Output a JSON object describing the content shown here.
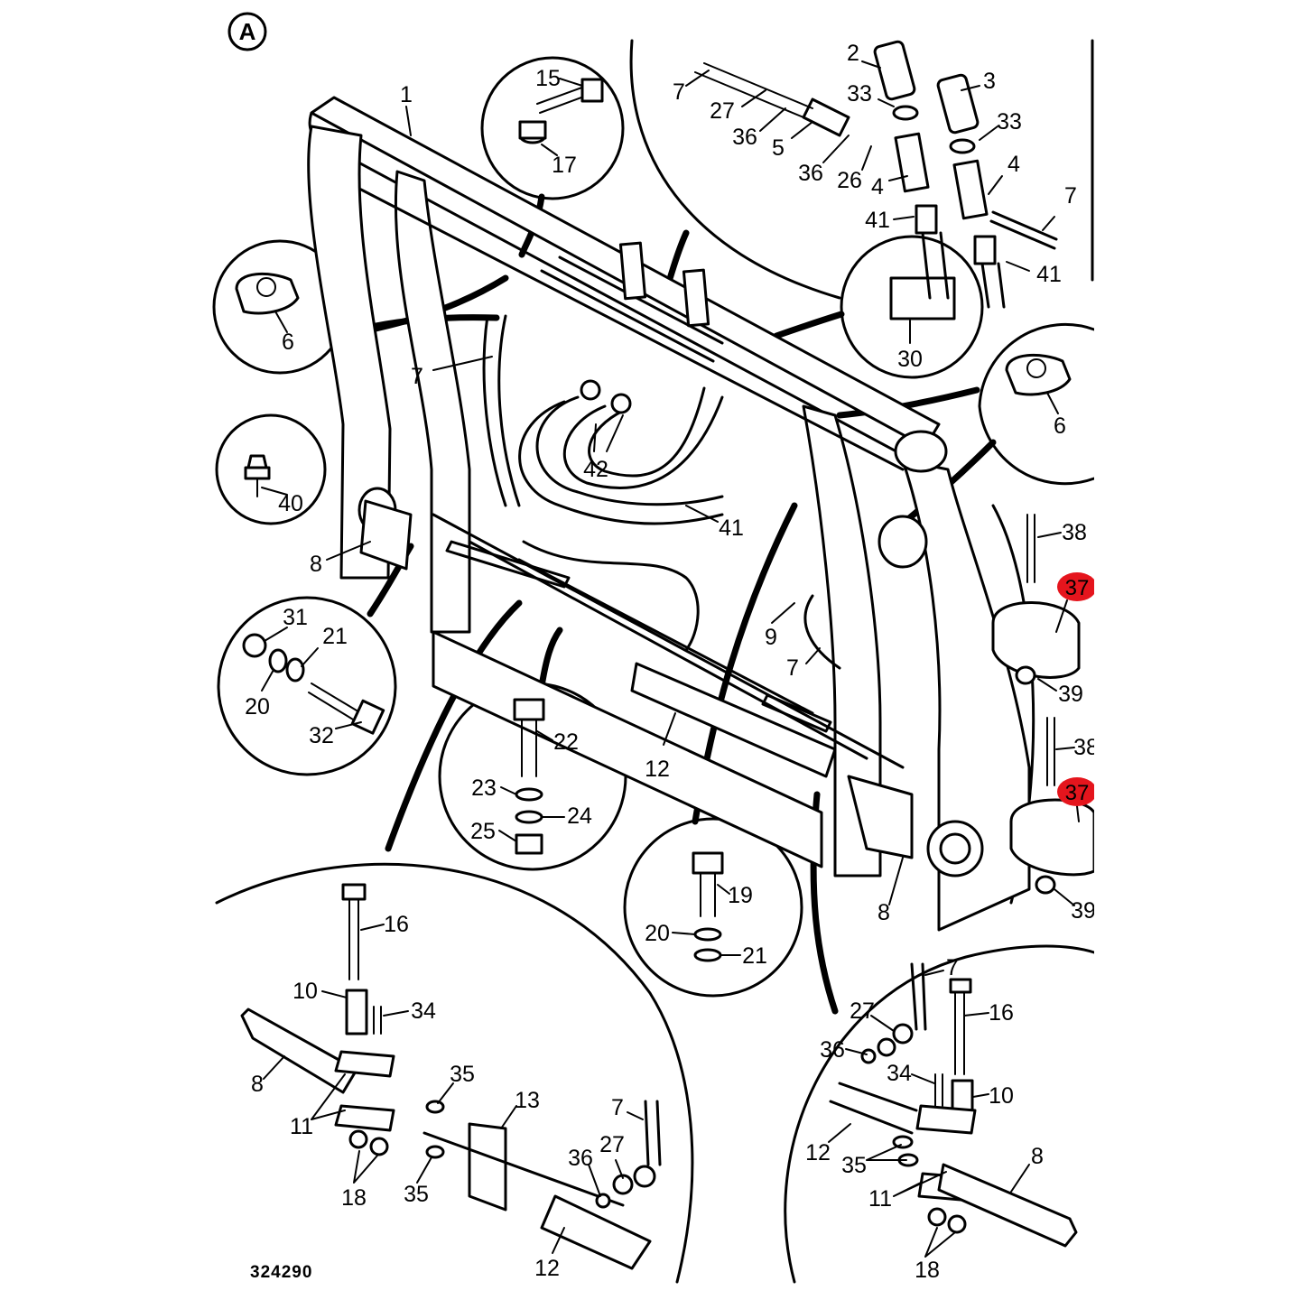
{
  "diagram": {
    "view_label": "A",
    "drawing_number": "324290",
    "highlight_color": "#e5151d",
    "line_color": "#000000",
    "background": "#ffffff",
    "callouts": [
      {
        "id": "c1",
        "text": "1"
      },
      {
        "id": "c2",
        "text": "2"
      },
      {
        "id": "c3",
        "text": "3"
      },
      {
        "id": "c33a",
        "text": "33"
      },
      {
        "id": "c33b",
        "text": "33"
      },
      {
        "id": "c7a",
        "text": "7"
      },
      {
        "id": "c27a",
        "text": "27"
      },
      {
        "id": "c36a",
        "text": "36"
      },
      {
        "id": "c5",
        "text": "5"
      },
      {
        "id": "c36b",
        "text": "36"
      },
      {
        "id": "c26",
        "text": "26"
      },
      {
        "id": "c4a",
        "text": "4"
      },
      {
        "id": "c4b",
        "text": "4"
      },
      {
        "id": "c7b",
        "text": "7"
      },
      {
        "id": "c41a",
        "text": "41"
      },
      {
        "id": "c41b",
        "text": "41"
      },
      {
        "id": "c15",
        "text": "15"
      },
      {
        "id": "c17",
        "text": "17"
      },
      {
        "id": "c6a",
        "text": "6"
      },
      {
        "id": "c30",
        "text": "30"
      },
      {
        "id": "c6b",
        "text": "6"
      },
      {
        "id": "c7c",
        "text": "7"
      },
      {
        "id": "c40",
        "text": "40"
      },
      {
        "id": "c42",
        "text": "42"
      },
      {
        "id": "c41c",
        "text": "41"
      },
      {
        "id": "c38a",
        "text": "38"
      },
      {
        "id": "c37a",
        "text": "37"
      },
      {
        "id": "c8a",
        "text": "8"
      },
      {
        "id": "c31",
        "text": "31"
      },
      {
        "id": "c21a",
        "text": "21"
      },
      {
        "id": "c20a",
        "text": "20"
      },
      {
        "id": "c32",
        "text": "32"
      },
      {
        "id": "c9",
        "text": "9"
      },
      {
        "id": "c7d",
        "text": "7"
      },
      {
        "id": "c39a",
        "text": "39"
      },
      {
        "id": "c22",
        "text": "22"
      },
      {
        "id": "c12a",
        "text": "12"
      },
      {
        "id": "c38b",
        "text": "38"
      },
      {
        "id": "c23",
        "text": "23"
      },
      {
        "id": "c24",
        "text": "24"
      },
      {
        "id": "c25",
        "text": "25"
      },
      {
        "id": "c37b",
        "text": "37"
      },
      {
        "id": "c19",
        "text": "19"
      },
      {
        "id": "c8b",
        "text": "8"
      },
      {
        "id": "c39b",
        "text": "39"
      },
      {
        "id": "c20b",
        "text": "20"
      },
      {
        "id": "c21b",
        "text": "21"
      },
      {
        "id": "c16a",
        "text": "16"
      },
      {
        "id": "c10a",
        "text": "10"
      },
      {
        "id": "c34a",
        "text": "34"
      },
      {
        "id": "c8c",
        "text": "8"
      },
      {
        "id": "c11a",
        "text": "11"
      },
      {
        "id": "c35a",
        "text": "35"
      },
      {
        "id": "c13",
        "text": "13"
      },
      {
        "id": "c7e",
        "text": "7"
      },
      {
        "id": "c36c",
        "text": "36"
      },
      {
        "id": "c27b",
        "text": "27"
      },
      {
        "id": "c18a",
        "text": "18"
      },
      {
        "id": "c35b",
        "text": "35"
      },
      {
        "id": "c12b",
        "text": "12"
      },
      {
        "id": "c7f",
        "text": "7"
      },
      {
        "id": "c27c",
        "text": "27"
      },
      {
        "id": "c16b",
        "text": "16"
      },
      {
        "id": "c36d",
        "text": "36"
      },
      {
        "id": "c34b",
        "text": "34"
      },
      {
        "id": "c10b",
        "text": "10"
      },
      {
        "id": "c12c",
        "text": "12"
      },
      {
        "id": "c35c",
        "text": "35"
      },
      {
        "id": "c8d",
        "text": "8"
      },
      {
        "id": "c11b",
        "text": "11"
      },
      {
        "id": "c18b",
        "text": "18"
      }
    ]
  }
}
